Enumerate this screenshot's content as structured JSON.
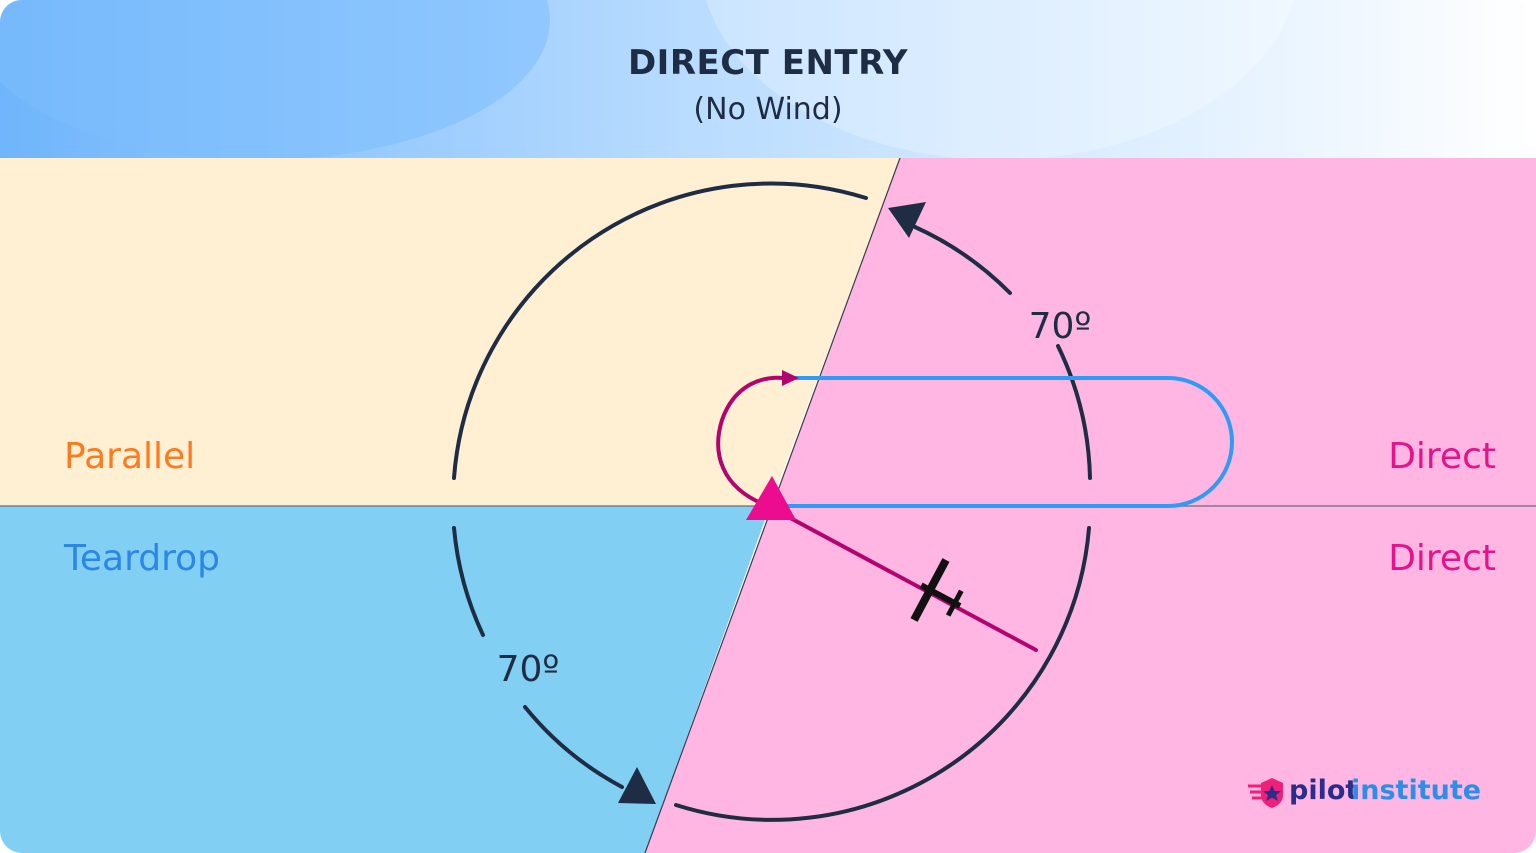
{
  "header": {
    "title": "DIRECT ENTRY",
    "subtitle": "(No Wind)"
  },
  "sectors": {
    "parallel": {
      "label": "Parallel",
      "color": "#fd7a1f",
      "fill": "#fff0d4"
    },
    "teardrop": {
      "label": "Teardrop",
      "color": "#2b87e3",
      "fill": "#82cff4"
    },
    "direct_upper": {
      "label": "Direct",
      "color": "#e5138b",
      "fill": "#ffb6e2"
    },
    "direct_lower": {
      "label": "Direct",
      "color": "#e5138b",
      "fill": "#ffb6e2"
    }
  },
  "angles": {
    "upper": "70º",
    "lower": "70º"
  },
  "paths": {
    "holding_pattern_color": "#2f9bf5",
    "entry_path_color": "#b3036e",
    "fix_marker_color": "#ec0c8f",
    "arc_color": "#1f2d44"
  },
  "aircraft": {
    "icon": "airplane-icon"
  },
  "logo": {
    "text_primary": "pilot",
    "text_secondary": "institute",
    "icon": "star-shield-icon"
  }
}
